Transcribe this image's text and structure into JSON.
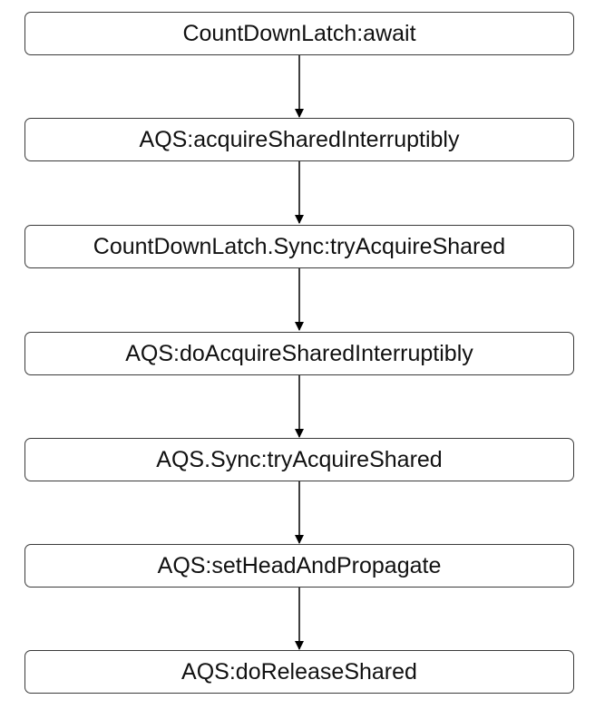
{
  "diagram": {
    "nodes": [
      {
        "id": "n1",
        "label": "CountDownLatch:await"
      },
      {
        "id": "n2",
        "label": "AQS:acquireSharedInterruptibly"
      },
      {
        "id": "n3",
        "label": "CountDownLatch.Sync:tryAcquireShared"
      },
      {
        "id": "n4",
        "label": "AQS:doAcquireSharedInterruptibly"
      },
      {
        "id": "n5",
        "label": "AQS.Sync:tryAcquireShared"
      },
      {
        "id": "n6",
        "label": "AQS:setHeadAndPropagate"
      },
      {
        "id": "n7",
        "label": "AQS:doReleaseShared"
      }
    ],
    "edges": [
      {
        "from": "n1",
        "to": "n2"
      },
      {
        "from": "n2",
        "to": "n3"
      },
      {
        "from": "n3",
        "to": "n4"
      },
      {
        "from": "n4",
        "to": "n5"
      },
      {
        "from": "n5",
        "to": "n6"
      },
      {
        "from": "n6",
        "to": "n7"
      }
    ],
    "colors": {
      "border": "#3a3a3a",
      "text": "#111111",
      "arrow": "#000000",
      "background": "#ffffff"
    }
  }
}
